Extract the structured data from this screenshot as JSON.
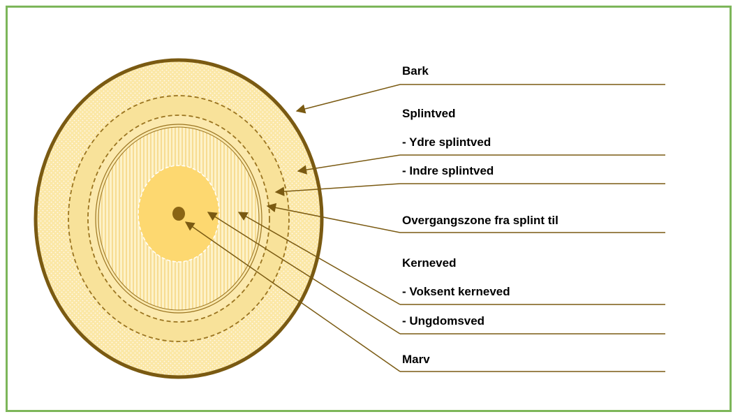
{
  "colors": {
    "frame": "#7db65a",
    "bark": "#7a5a12",
    "outer_sapwood": "#fbe7a6",
    "inner_sapwood": "#f8e29a",
    "heartwood": "#fdf2c8",
    "juvenile_wood": "#fdd870",
    "pith": "#8a6414",
    "leader_line": "#7a5a12"
  },
  "labels": {
    "bark": "Bark",
    "sapwood": "Splintved",
    "outer_sapwood": "- Ydre splintved",
    "inner_sapwood": "- Indre splintved",
    "transition_zone": "Overgangszone fra splint til",
    "heartwood": "Kerneved",
    "mature_heartwood": "- Voksent kerneved",
    "juvenile_wood": "- Ungdomsved",
    "pith": "Marv"
  }
}
